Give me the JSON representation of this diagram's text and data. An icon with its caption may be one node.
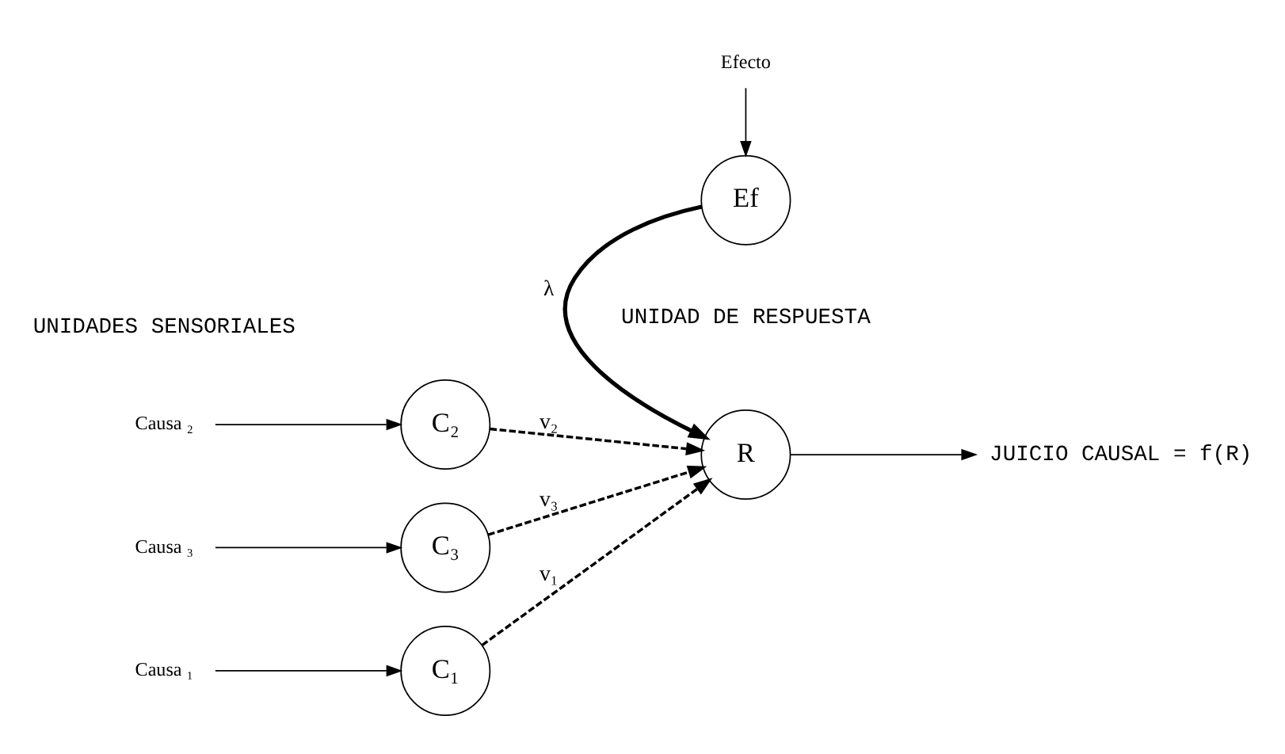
{
  "diagram": {
    "nodes": [
      {
        "text": [
          "C₁"
        ]
      },
      {
        "text": [
          "C₂"
        ]
      },
      {
        "text": [
          "C₃"
        ]
      },
      {
        "text": [
          "R"
        ]
      },
      {
        "text": [
          "Ef"
        ]
      },
      {
        "text": [
          "Causa ₁"
        ]
      },
      {
        "text": [
          "Causa ₂"
        ]
      },
      {
        "text": [
          "Causa ₃"
        ]
      },
      {
        "text": [
          "Efecto"
        ]
      },
      {
        "text": [
          "JUICIO CAUSAL = f(R)"
        ]
      }
    ],
    "edges": [
      {
        "from": 5,
        "to": 0,
        "arrow": "to"
      },
      {
        "from": 6,
        "to": 1,
        "arrow": "to"
      },
      {
        "from": 7,
        "to": 2,
        "arrow": "to"
      },
      {
        "from": 0,
        "to": 3,
        "arrow": "to",
        "style": "dashed",
        "label": "v₁"
      },
      {
        "from": 1,
        "to": 3,
        "arrow": "to",
        "style": "dashed",
        "label": "v₂"
      },
      {
        "from": 2,
        "to": 3,
        "arrow": "to",
        "style": "dashed",
        "label": "v₃"
      },
      {
        "from": 4,
        "to": 3,
        "arrow": "to",
        "style": "thick",
        "label": "λ"
      },
      {
        "from": 8,
        "to": 4,
        "arrow": "to"
      },
      {
        "from": 3,
        "to": 9,
        "arrow": "to"
      }
    ],
    "labels": [
      "UNIDADES SENSORIALES",
      "UNIDAD DE RESPUESTA"
    ]
  }
}
